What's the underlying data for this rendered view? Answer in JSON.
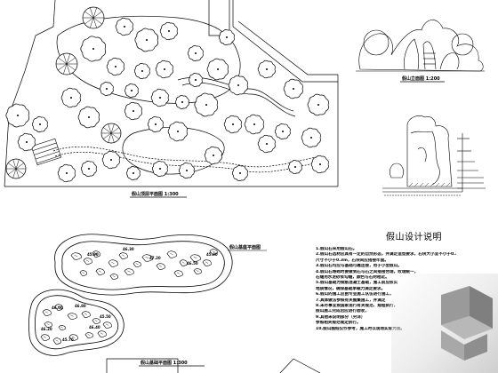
{
  "drawings": {
    "top_plan_caption": "假山顶层平面图 1:300",
    "rockery_plan_caption": "假山基座平面图",
    "rockery_plan_scale_caption": "假山基础平面图 1:300",
    "elevation_caption": "假山立面图 1:200",
    "section_caption": ""
  },
  "notes": {
    "title": "假山设计说明",
    "lines": [
      "1.假山石采用假山石。",
      "2.假山石选材应具有一定的自然形态，并满足造型要求，石块大小宜不小于0.3m，",
      "  尺寸不小于0.3m，石块间应搭接牢固。",
      "3.假山石均应与基础可靠连接，用于小型假山。",
      "4.假山石堆砌时要做到石与石之间搭接合理，纹理统一，",
      "  石缝用水泥砂浆勾缝，颜色与石材相近。",
      "5.假山基础为钢筋混凝土基础，施工前应核实",
      "  地质情况，确保基础承载力满足要求。",
      "6.假山的施工应由专业施工队伍进行施工，",
      "7.具体做法参照有关图集施工，并满足",
      "8.未尽事宜按国家现行有关规范、规程执行，",
      "  假山施工完成后应进行验收，",
      "9.其他未说明部分（另详）",
      "  参照相关规范规定执行。",
      "10.假山图纸仅作参考，施工时以现场实际为准。"
    ]
  },
  "plan_labels": {
    "upper": [
      "45.90",
      "46.30",
      "47.20",
      "46.50",
      "45.80"
    ],
    "lower": [
      "46.00",
      "46.80",
      "45.50",
      "46.20",
      "45.70",
      "46.40"
    ]
  }
}
